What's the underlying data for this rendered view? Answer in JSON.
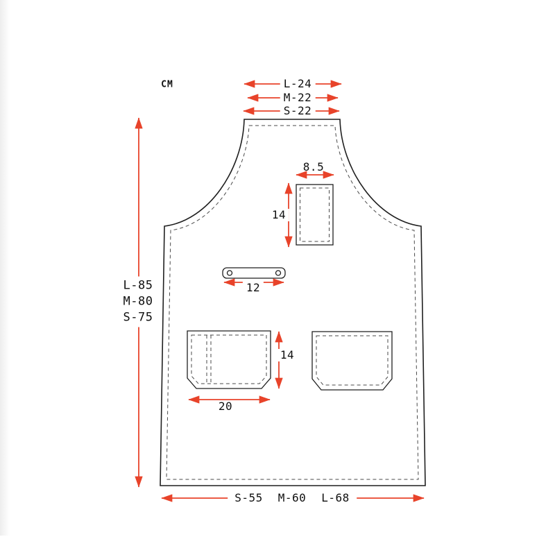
{
  "unit_label": "CM",
  "colors": {
    "dimension": "#e8432a",
    "outline": "#1f1f1f",
    "text": "#101010"
  },
  "top_widths": {
    "l": "L-24",
    "m": "M-22",
    "s": "S-22"
  },
  "side_heights": {
    "l": "L-85",
    "m": "M-80",
    "s": "S-75"
  },
  "bottom_widths": {
    "s": "S-55",
    "m": "M-60",
    "l": "L-68"
  },
  "chest_pocket": {
    "width": "8.5",
    "height": "14"
  },
  "hammer_loop": {
    "width": "12"
  },
  "front_pocket": {
    "height": "14",
    "width": "20"
  }
}
